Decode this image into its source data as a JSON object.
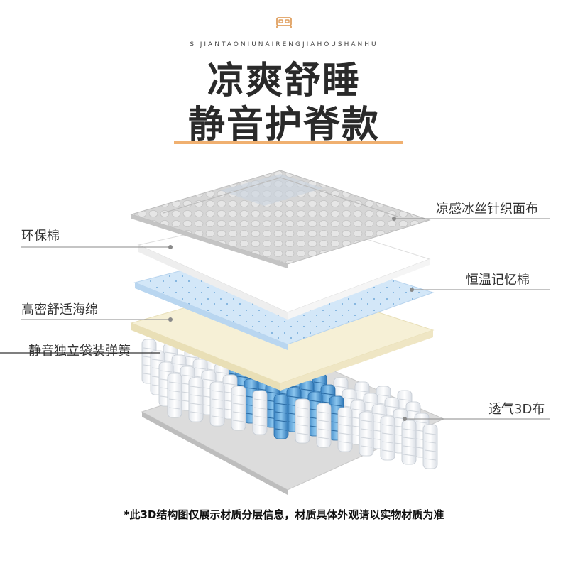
{
  "brand": {
    "icon": "bed-icon",
    "pinyin": "SIJIANTAONIUNAIRENGJIAHOUSHANHU"
  },
  "title": {
    "line1": "凉爽舒睡",
    "line2": "静音护脊款",
    "accent_color": "#f0b070"
  },
  "layers": [
    {
      "label": "凉感冰丝针织面布",
      "color": "#d4d4d4"
    },
    {
      "label": "环保棉",
      "color": "#ffffff"
    },
    {
      "label": "恒温记忆棉",
      "color": "#cfe4f7"
    },
    {
      "label": "高密舒适海绵",
      "color": "#f6f0d6"
    },
    {
      "label": "静音独立袋装弹簧",
      "color": "#4a9bd6"
    },
    {
      "label": "透气3D布",
      "color": "#dcdcdc"
    }
  ],
  "footnote": "*此3D结构图仅展示材质分层信息，材质具体外观请以实物材质为准"
}
